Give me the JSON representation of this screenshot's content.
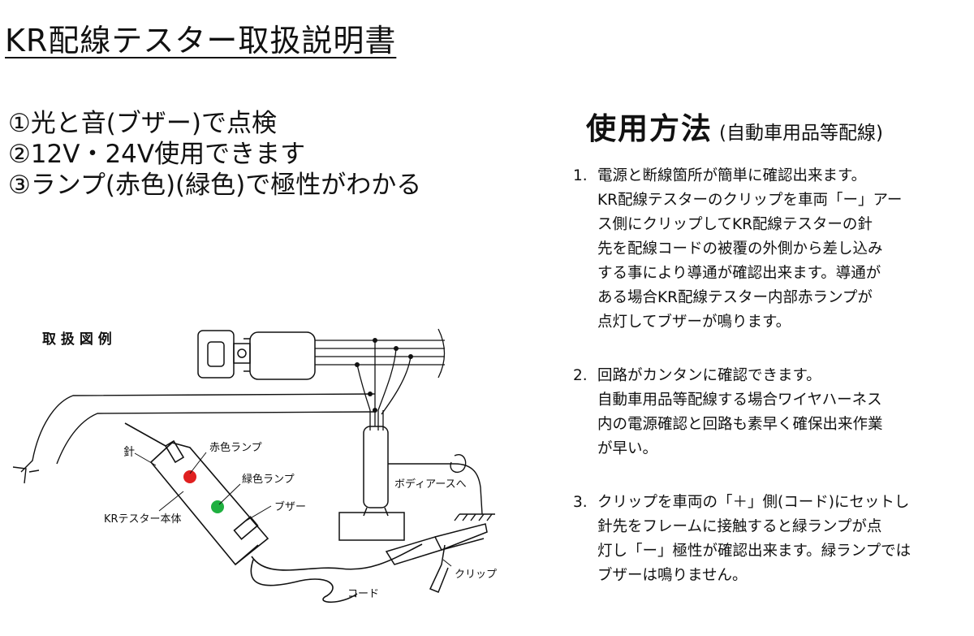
{
  "title": "KR配線テスター取扱説明書",
  "features": [
    "①光と音(ブザー)で点検",
    "②12V・24V使用できます",
    "③ランプ(赤色)(緑色)で極性がわかる"
  ],
  "usage": {
    "heading": "使用方法",
    "subheading": "(自動車用品等配線)",
    "items": [
      {
        "num": "1.",
        "lines": [
          "電源と断線箇所が簡単に確認出来ます。",
          "KR配線テスターのクリップを車両「ー」アー",
          "ス側にクリップしてKR配線テスターの針",
          "先を配線コードの被覆の外側から差し込み",
          "する事により導通が確認出来ます。導通が",
          "ある場合KR配線テスター内部赤ランプが",
          "点灯してブザーが鳴ります。"
        ]
      },
      {
        "num": "2.",
        "lines": [
          "回路がカンタンに確認できます。",
          "自動車用品等配線する場合ワイヤハーネス",
          "内の電源確認と回路も素早く確保出来作業",
          "が早い。"
        ]
      },
      {
        "num": "3.",
        "lines": [
          "クリップを車両の「＋」側(コード)にセットし",
          "針先をフレームに接触すると緑ランプが点",
          "灯し「ー」極性が確認出来ます。緑ランプでは",
          "ブザーは鳴りません。"
        ]
      }
    ]
  },
  "diagram": {
    "title": "取 扱 図 例",
    "labels": {
      "needle": "針",
      "red_lamp": "赤色ランプ",
      "green_lamp": "緑色ランプ",
      "buzzer": "ブザー",
      "body": "KRテスター本体",
      "body_ground": "ボディアースへ",
      "clip": "クリップ",
      "cord": "コード"
    },
    "colors": {
      "red_lamp": "#e02020",
      "green_lamp": "#1fb040"
    }
  }
}
